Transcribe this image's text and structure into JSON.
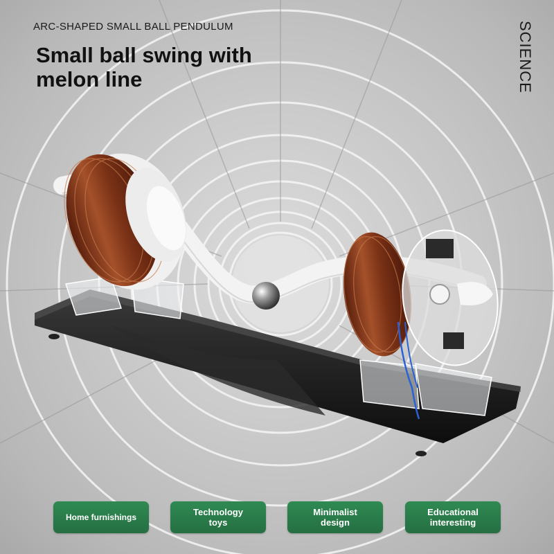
{
  "header": {
    "subtitle": "ARC-SHAPED SMALL BALL PENDULUM",
    "headline_line1": "Small ball swing with",
    "headline_line2": "melon line",
    "side_label": "SCIENCE"
  },
  "badges": [
    {
      "line1": "Home furnishings",
      "line2": ""
    },
    {
      "line1": "Technology",
      "line2": "toys"
    },
    {
      "line1": "Minimalist",
      "line2": "design"
    },
    {
      "line1": "Educational",
      "line2": "interesting"
    }
  ],
  "colors": {
    "badge_green": "#2f8a52",
    "copper": "#8b3b1c",
    "base_black": "#1a1a1a"
  },
  "icons": {
    "background": "tunnel-rings",
    "product": "arc-pendulum-with-coils"
  }
}
